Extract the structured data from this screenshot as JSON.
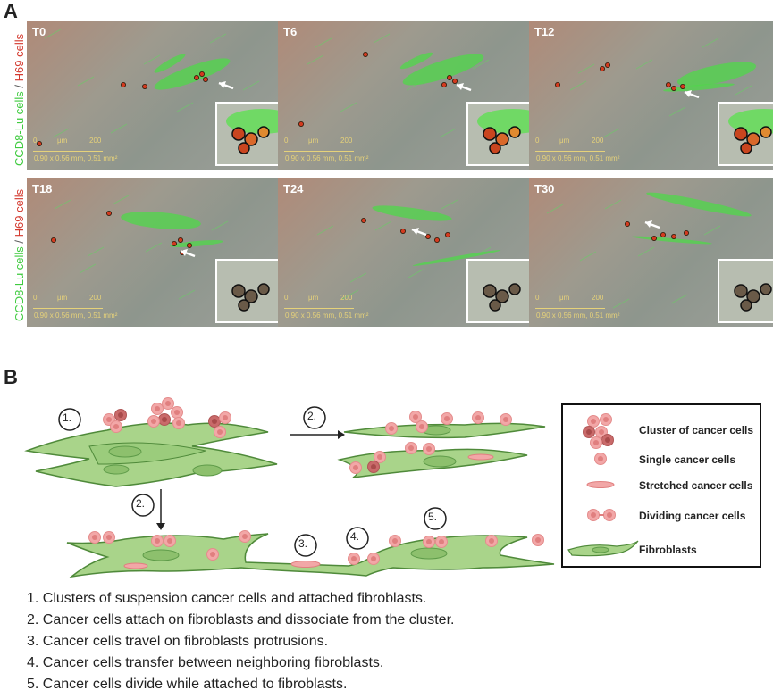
{
  "panel_a": {
    "letter": "A",
    "ylabel_green": "CCD8-Lu cells",
    "ylabel_sep": " / ",
    "ylabel_red": "H69 cells",
    "scale_left": "0",
    "scale_mid": "μm",
    "scale_right": "200",
    "dims": "0.90 x 0.56 mm, 0.51 mm²",
    "timepoints": [
      "T0",
      "T6",
      "T12",
      "T18",
      "T24",
      "T30"
    ]
  },
  "panel_b": {
    "letter": "B",
    "circles": [
      "1.",
      "2.",
      "2.",
      "3.",
      "4.",
      "5."
    ],
    "legend": {
      "cluster": "Cluster of cancer cells",
      "single": "Single cancer cells",
      "stretched": "Stretched cancer cells",
      "dividing": "Dividing cancer cells",
      "fibroblasts": "Fibroblasts"
    },
    "steps": [
      "1. Clusters of suspension cancer cells and attached fibroblasts.",
      "2. Cancer cells attach on fibroblasts and dissociate from the cluster.",
      "3. Cancer cells travel on fibroblasts protrusions.",
      "4. Cancer cells transfer between neighboring fibroblasts.",
      "5. Cancer cells divide while attached to fibroblasts."
    ]
  },
  "colors": {
    "fibroblast_fill": "#a9d48a",
    "fibroblast_stroke": "#4f8a3a",
    "cancer_fill": "#f2a7a7",
    "cancer_dark": "#c96a6a",
    "green_label": "#3fcb3f",
    "red_label": "#d43a2f"
  }
}
